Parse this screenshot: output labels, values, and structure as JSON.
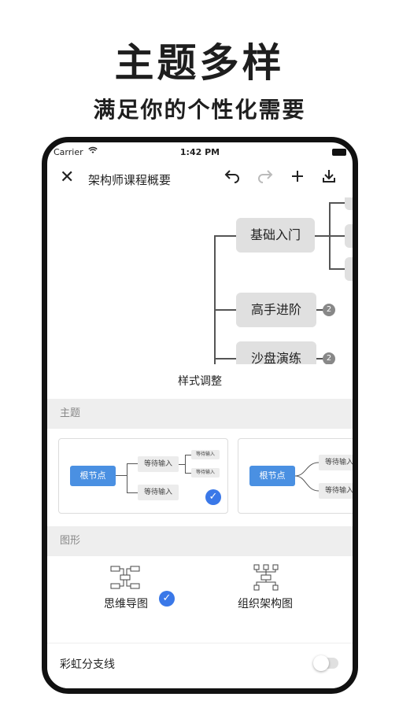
{
  "promo": {
    "headline": "主题多样",
    "subline": "满足你的个性化需要"
  },
  "status_bar": {
    "carrier": "Carrier",
    "time": "1:42 PM"
  },
  "app_bar": {
    "title": "架构师课程概要",
    "icons": [
      "close-icon",
      "undo-icon",
      "redo-icon",
      "add-icon",
      "download-icon"
    ]
  },
  "mindmap": {
    "nodes": [
      {
        "label": "基础入门",
        "badge": ""
      },
      {
        "label": "高手进阶",
        "badge": "2"
      },
      {
        "label": "沙盘演练",
        "badge": "2"
      }
    ]
  },
  "style_sheet": {
    "title": "样式调整",
    "theme_section": "主题",
    "themes": [
      {
        "root": "根节点",
        "children": [
          "等待输入",
          "等待输入"
        ],
        "leaves": [
          "等待输入",
          "等待输入"
        ],
        "selected": true
      },
      {
        "root": "根节点",
        "children": [
          "等待输入",
          "等待输入"
        ],
        "selected": false
      }
    ],
    "shape_section": "图形",
    "shapes": [
      {
        "label": "思维导图",
        "icon": "mindmap-shape-icon",
        "selected": true
      },
      {
        "label": "组织架构图",
        "icon": "org-chart-shape-icon",
        "selected": false
      }
    ],
    "rainbow_branch": {
      "label": "彩虹分支线",
      "enabled": false
    }
  },
  "colors": {
    "accent": "#3a78e8",
    "root_node": "#4a90e2",
    "node_fill": "#e0e0e0"
  }
}
